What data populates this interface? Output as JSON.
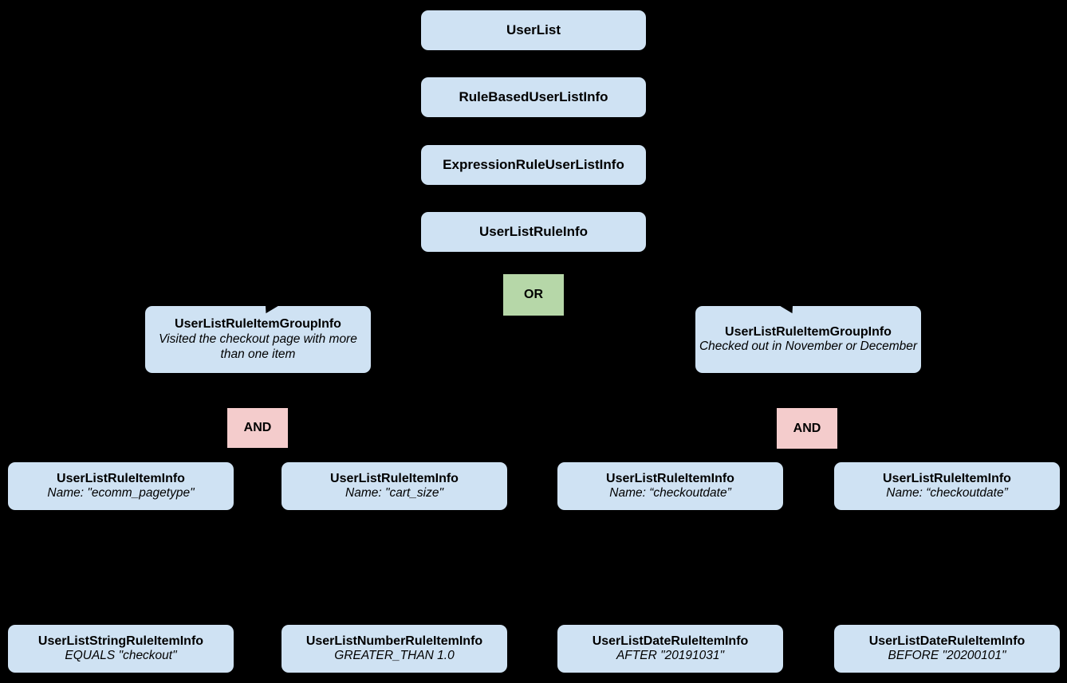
{
  "diagram": {
    "background_color": "#000000",
    "node_fill_color": "#cfe2f3",
    "or_fill_color": "#b6d7a8",
    "and_fill_color": "#f4cccc",
    "text_color": "#000000",
    "chain": [
      {
        "label": "UserList"
      },
      {
        "label": "RuleBasedUserListInfo"
      },
      {
        "label": "ExpressionRuleUserListInfo"
      },
      {
        "label": "UserListRuleInfo"
      }
    ],
    "or_operator": {
      "label": "OR"
    },
    "groups": [
      {
        "title": "UserListRuleItemGroupInfo",
        "description": "Visited the checkout page with more than one item"
      },
      {
        "title": "UserListRuleItemGroupInfo",
        "description": "Checked out in November or December"
      }
    ],
    "and_operators": [
      {
        "label": "AND"
      },
      {
        "label": "AND"
      }
    ],
    "rule_items": [
      {
        "title": "UserListRuleItemInfo",
        "description": "Name: \"ecomm_pagetype\""
      },
      {
        "title": "UserListRuleItemInfo",
        "description": "Name: \"cart_size\""
      },
      {
        "title": "UserListRuleItemInfo",
        "description": "Name: “checkoutdate”"
      },
      {
        "title": "UserListRuleItemInfo",
        "description": "Name: “checkoutdate”"
      }
    ],
    "operand_items": [
      {
        "title": "UserListStringRuleItemInfo",
        "description": "EQUALS \"checkout\""
      },
      {
        "title": "UserListNumberRuleItemInfo",
        "description": "GREATER_THAN 1.0"
      },
      {
        "title": "UserListDateRuleItemInfo",
        "description": "AFTER \"20191031\""
      },
      {
        "title": "UserListDateRuleItemInfo",
        "description": "BEFORE \"20200101\""
      }
    ]
  }
}
